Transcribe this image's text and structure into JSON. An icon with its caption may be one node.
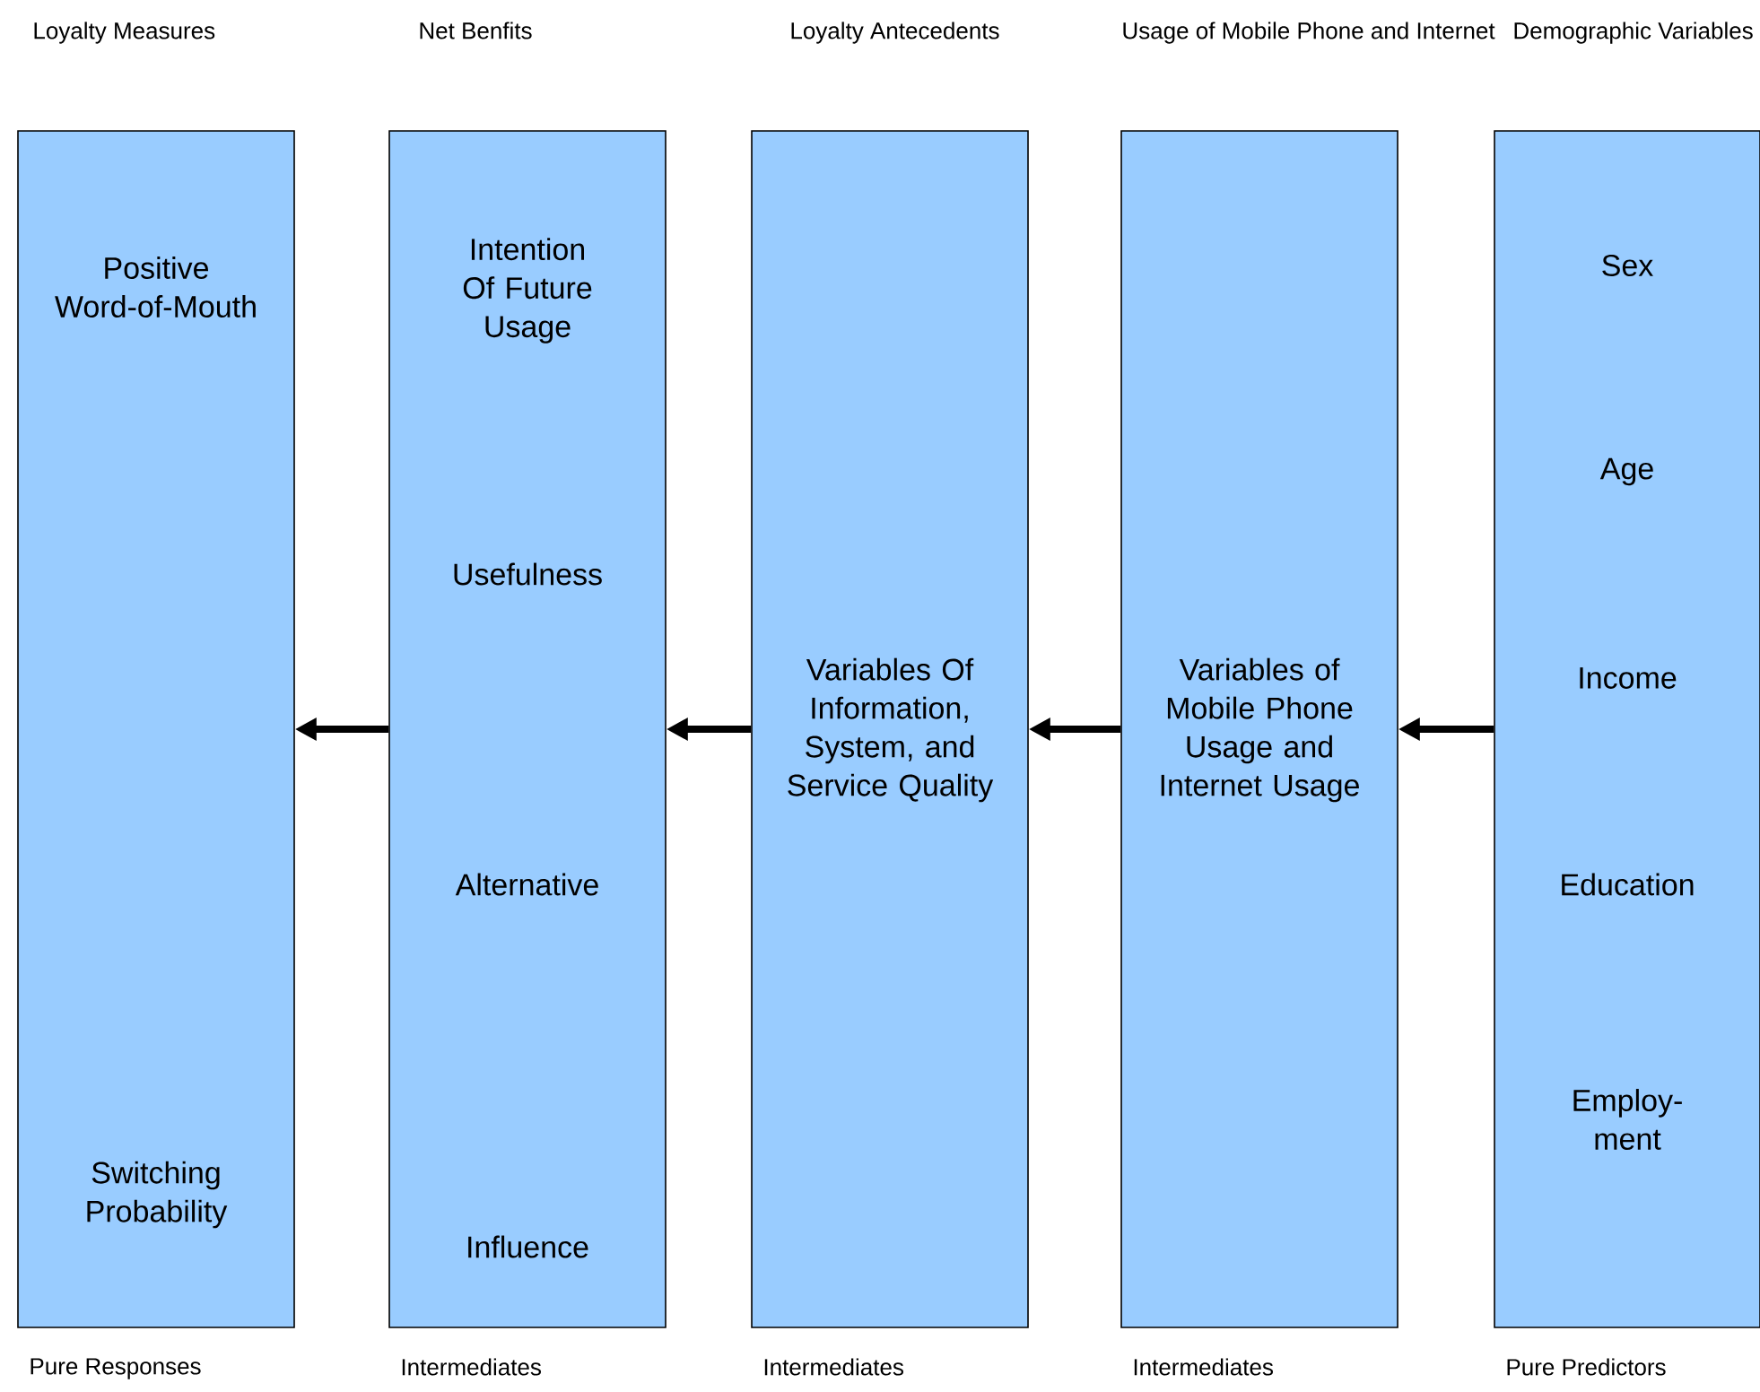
{
  "diagram": {
    "nodes": [
      {
        "text": [
          "Loyalty Measures",
          "Positive Word-of-Mouth",
          "Switching Probability"
        ],
        "beside": [
          "Pure Responses"
        ]
      },
      {
        "text": [
          "Net Benfits",
          "Intention Of Future Usage",
          "Usefulness",
          "Alternative",
          "Influence"
        ],
        "beside": [
          "Intermediates"
        ]
      },
      {
        "text": [
          "Loyalty Antecedents",
          "Variables Of Information, System, and Service Quality"
        ],
        "beside": [
          "Intermediates"
        ]
      },
      {
        "text": [
          "Usage of Mobile Phone and Internet",
          "Variables of Mobile Phone Usage and Internet Usage"
        ],
        "beside": [
          "Intermediates"
        ]
      },
      {
        "text": [
          "Demographic Variables",
          "Sex",
          "Age",
          "Income",
          "Education",
          "Employ- ment"
        ],
        "beside": [
          "Pure Predictors"
        ]
      }
    ],
    "edges": [
      {
        "from": 1,
        "to": 0,
        "arrow": "to"
      },
      {
        "from": 2,
        "to": 1,
        "arrow": "to"
      },
      {
        "from": 3,
        "to": 2,
        "arrow": "to"
      },
      {
        "from": 4,
        "to": 3,
        "arrow": "to"
      }
    ]
  }
}
